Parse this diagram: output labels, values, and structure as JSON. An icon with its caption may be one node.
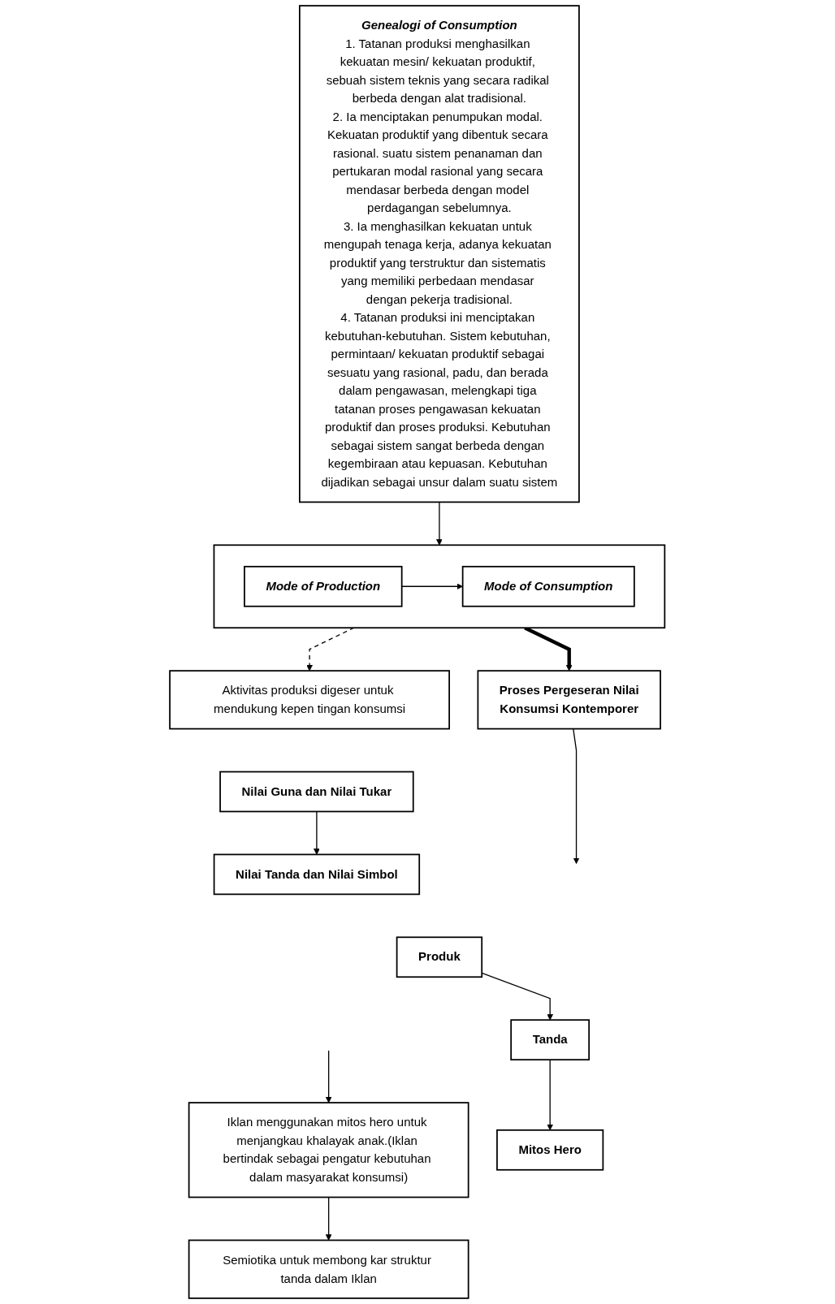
{
  "diagram": {
    "nodes": [
      {
        "text": [
          "Genealogi of Consumption",
          "1. Tatanan produksi menghasilkan kekuatan mesin/ kekuatan produktif, sebuah sistem teknis yang secara radikal berbeda dengan alat tradisional.",
          "2. Ia menciptakan penumpukan modal. Kekuatan produktif yang dibentuk secara rasional. suatu sistem penanaman dan pertukaran modal rasional yang secara mendasar berbeda dengan model perdagangan sebelumnya.",
          "3. Ia menghasilkan kekuatan untuk mengupah tenaga kerja, adanya kekuatan produktif yang terstruktur dan sistematis yang memiliki perbedaan mendasar dengan pekerja tradisional.",
          "4. Tatanan produksi ini menciptakan kebutuhan-kebutuhan. Sistem kebutuhan, permintaan/ kekuatan produktif sebagai sesuatu yang rasional, padu, dan berada dalam pengawasan, melengkapi tiga tatanan proses pengawasan kekuatan produktif dan proses produksi. Kebutuhan sebagai sistem sangat berbeda dengan kegembiraan atau kepuasan. Kebutuhan dijadikan sebagai unsur dalam suatu sistem"
        ]
      },
      {
        "text": [],
        "shape": "box"
      },
      {
        "text": [
          "Mode of Production"
        ],
        "in": 1
      },
      {
        "text": [
          "Mode of Consumption"
        ],
        "in": 1
      },
      {
        "text": [
          "Aktivitas produksi digeser untuk mendukung kepen tingan konsumsi"
        ]
      },
      {
        "text": [
          "Proses Pergeseran Nilai",
          "Konsumsi Kontemporer"
        ]
      },
      {
        "text": [
          "Nilai Guna dan Nilai Tukar"
        ]
      },
      {
        "text": [
          "Nilai Tanda dan Nilai Simbol"
        ]
      },
      {
        "text": [
          "Produk"
        ]
      },
      {
        "text": [
          "Tanda"
        ]
      },
      {
        "text": [
          "Iklan menggunakan mitos hero untuk menjangkau khalayak anak.(Iklan bertindak sebagai pengatur kebutuhan dalam masyarakat konsumsi)"
        ]
      },
      {
        "text": [
          "Mitos Hero"
        ]
      },
      {
        "text": [
          "Semiotika untuk membong kar struktur tanda dalam Iklan"
        ]
      }
    ],
    "edges": [
      {
        "from": 0,
        "to": 1,
        "arrow": "to"
      },
      {
        "from": 2,
        "to": 3,
        "arrow": "to"
      },
      {
        "from": 1,
        "to": 4,
        "arrow": "to",
        "style": "dashed"
      },
      {
        "from": 1,
        "to": 5,
        "arrow": "to",
        "style": "thick"
      },
      {
        "from": 5,
        "to": null,
        "arrow": "to"
      },
      {
        "from": 6,
        "to": 7,
        "arrow": "to"
      },
      {
        "from": 8,
        "to": 9,
        "arrow": "to"
      },
      {
        "from": null,
        "to": 10,
        "arrow": "to"
      },
      {
        "from": 9,
        "to": 11,
        "arrow": "to"
      },
      {
        "from": 10,
        "to": 12,
        "arrow": "to"
      }
    ]
  }
}
